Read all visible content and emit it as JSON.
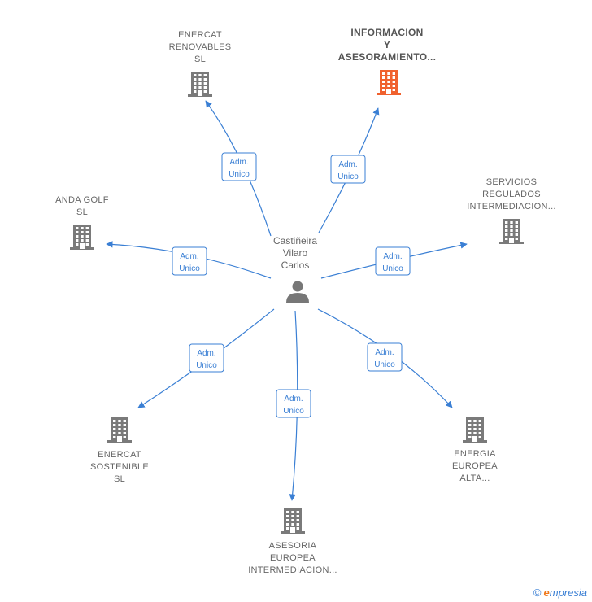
{
  "center": {
    "name_lines": [
      "Castiñeira",
      "Vilaro",
      "Carlos"
    ],
    "icon": "person-icon"
  },
  "edge_label_lines": [
    "Adm.",
    "Unico"
  ],
  "companies": [
    {
      "id": "enercat-renovables",
      "lines": [
        "ENERCAT",
        "RENOVABLES",
        "SL"
      ],
      "highlight": false,
      "icon": "building-icon"
    },
    {
      "id": "informacion-asesoramiento",
      "lines": [
        "INFORMACION",
        "Y",
        "ASESORAMIENTO..."
      ],
      "highlight": true,
      "icon": "building-icon"
    },
    {
      "id": "servicios-regulados",
      "lines": [
        "SERVICIOS",
        "REGULADOS",
        "INTERMEDIACION..."
      ],
      "highlight": false,
      "icon": "building-icon"
    },
    {
      "id": "anda-golf",
      "lines": [
        "ANDA GOLF",
        "SL"
      ],
      "highlight": false,
      "icon": "building-icon"
    },
    {
      "id": "enercat-sostenible",
      "lines": [
        "ENERCAT",
        "SOSTENIBLE",
        "SL"
      ],
      "highlight": false,
      "icon": "building-icon"
    },
    {
      "id": "asesoria-europea",
      "lines": [
        "ASESORIA",
        "EUROPEA",
        "INTERMEDIACION..."
      ],
      "highlight": false,
      "icon": "building-icon"
    },
    {
      "id": "energia-europea",
      "lines": [
        "ENERGIA",
        "EUROPEA",
        "ALTA..."
      ],
      "highlight": false,
      "icon": "building-icon"
    }
  ],
  "colors": {
    "edge": "#3a7fd4",
    "building": "#7a7a7a",
    "building_highlight": "#f0612e",
    "person": "#777777"
  },
  "watermark": {
    "copyright": "©",
    "brand_initial": "e",
    "brand_rest": "mpresia"
  }
}
